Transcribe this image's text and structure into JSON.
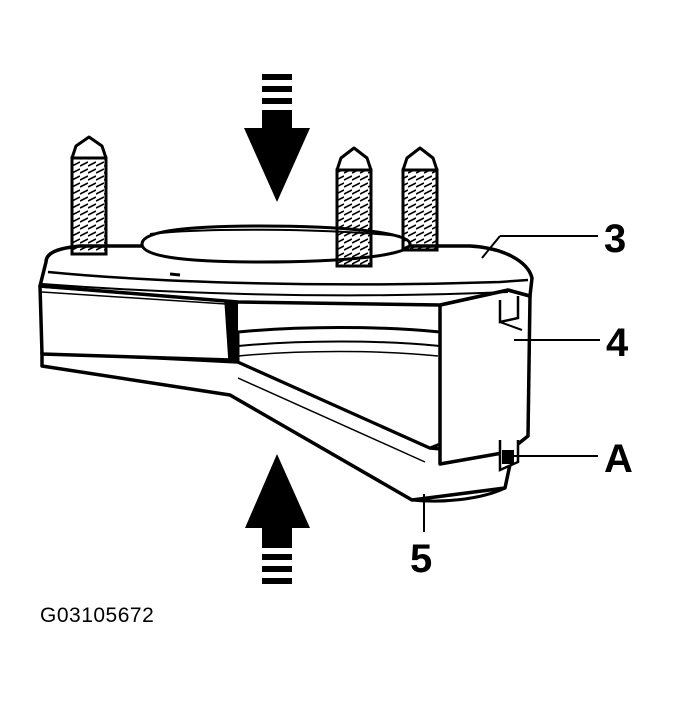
{
  "diagram": {
    "callouts": {
      "part_3": "3",
      "part_4": "4",
      "part_a": "A",
      "part_5": "5"
    },
    "figure_id": "G03105672",
    "icons": {
      "top_arrow": "down-arrow-icon",
      "bottom_arrow": "up-arrow-icon"
    },
    "colors": {
      "ink": "#000000",
      "paper": "#ffffff"
    }
  }
}
